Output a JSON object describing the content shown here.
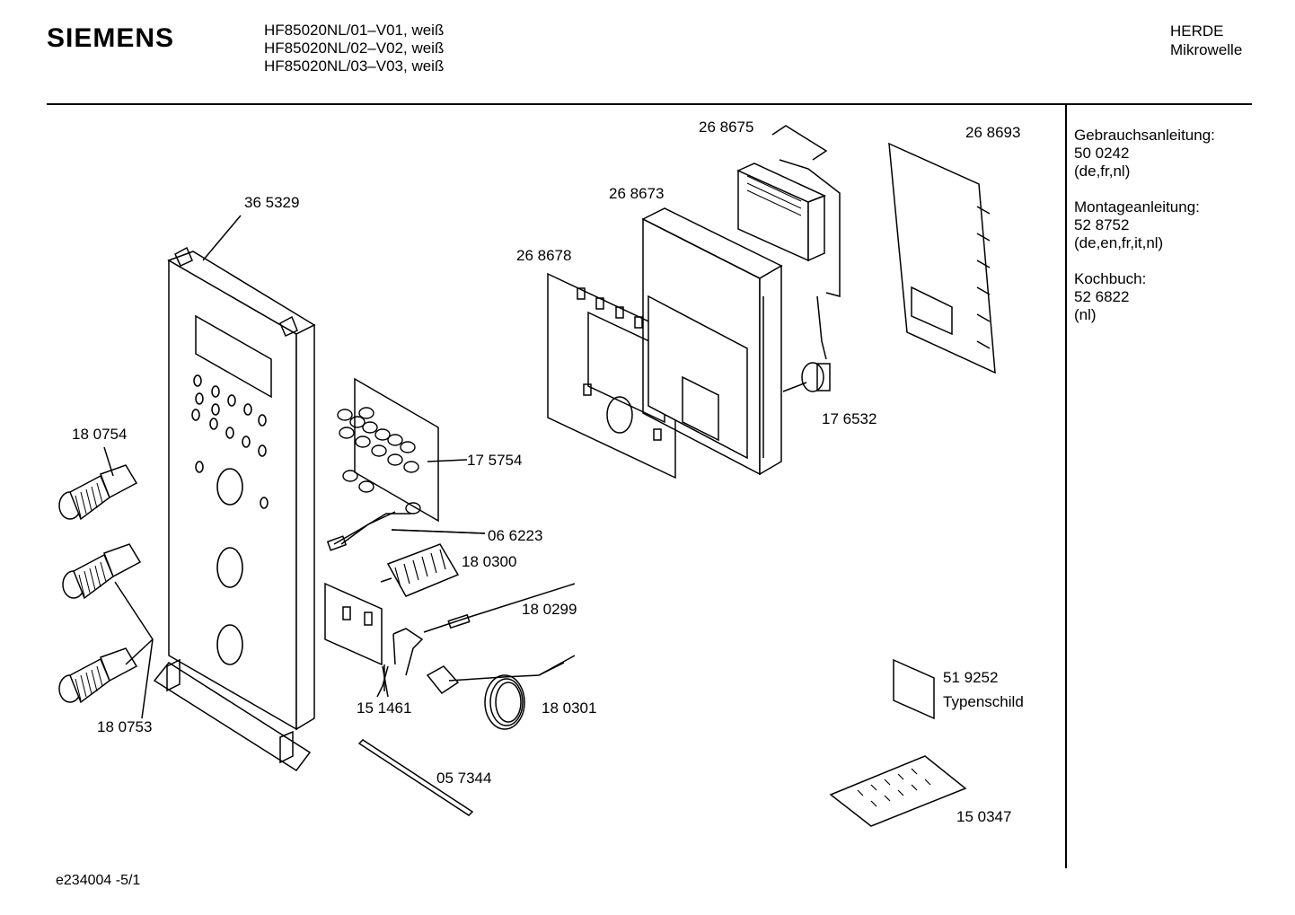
{
  "header": {
    "brand": "SIEMENS",
    "models": [
      "HF85020NL/01–V01, weiß",
      "HF85020NL/02–V02, weiß",
      "HF85020NL/03–V03, weiß"
    ],
    "category": "HERDE",
    "subcategory": "Mikrowelle"
  },
  "documents": [
    {
      "title": "Gebrauchsanleitung:",
      "number": "50 0242",
      "languages": "(de,fr,nl)"
    },
    {
      "title": "Montageanleitung:",
      "number": "52 8752",
      "languages": "(de,en,fr,it,nl)"
    },
    {
      "title": "Kochbuch:",
      "number": "52 6822",
      "languages": "(nl)"
    }
  ],
  "parts": {
    "p268675": "26 8675",
    "p268693": "26 8693",
    "p268673": "26 8673",
    "p365329": "36 5329",
    "p268678": "26 8678",
    "p176532": "17 6532",
    "p180754": "18 0754",
    "p175754": "17 5754",
    "p066223": "06 6223",
    "p180300": "18 0300",
    "p180299": "18 0299",
    "p519252": "51 9252",
    "typenschild": "Typenschild",
    "p151461": "15 1461",
    "p180301": "18 0301",
    "p180753": "18 0753",
    "p057344": "05 7344",
    "p150347": "15 0347"
  },
  "footer": {
    "code": "e234004 -5/1"
  }
}
